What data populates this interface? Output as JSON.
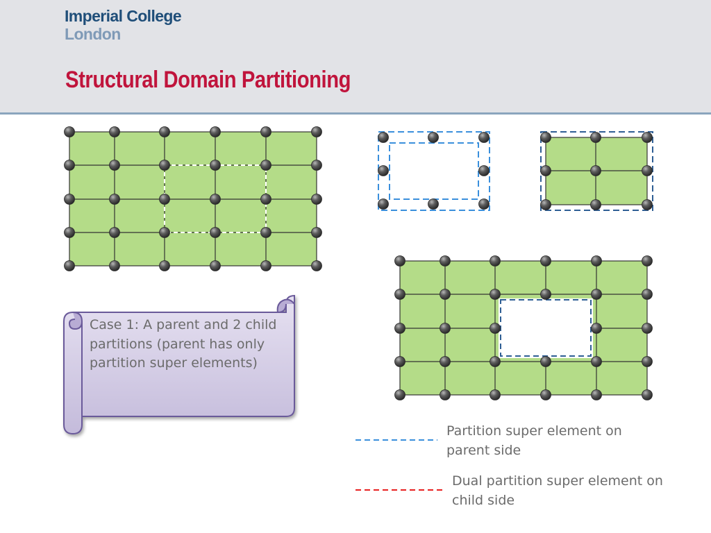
{
  "logo": {
    "line1": "Imperial College",
    "line2": "London"
  },
  "slide": {
    "title": "Structural Domain Partitioning"
  },
  "scroll": {
    "text": "Case 1: A parent and 2 child partitions (parent has only partition super elements)"
  },
  "legend": {
    "parent_side": "Partition super element on parent side",
    "child_side": "Dual partition super element on child side"
  },
  "colors": {
    "cell_fill": "#b4dc88",
    "node": "#4a4a4a",
    "parent_dash": "#3a8fdc",
    "child_dash_legend": "#e82020",
    "title": "#c0143c",
    "scroll_fill": "#cfc8e2",
    "scroll_border": "#6b5a9a"
  }
}
